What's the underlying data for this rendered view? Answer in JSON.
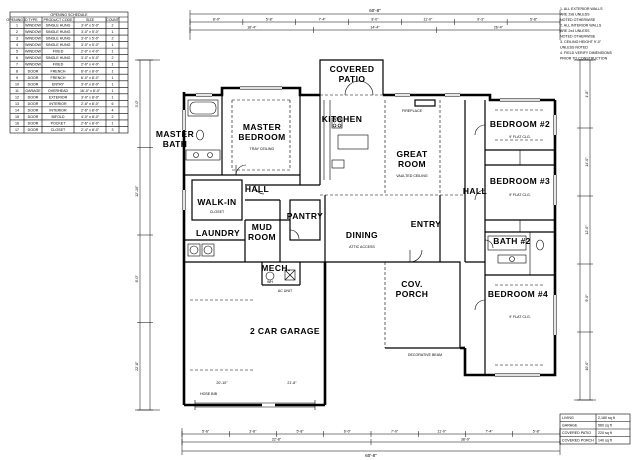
{
  "schedule": {
    "title": "OPENING SCHEDULE",
    "headers": [
      "OPENING ID",
      "TYPE",
      "PRODUCT CODE",
      "SIZE",
      "COUNT"
    ],
    "rows": [
      [
        "1",
        "WINDOW",
        "SINGLE HUNG",
        "3'-0\" x 5'-0\"",
        "2"
      ],
      [
        "2",
        "WINDOW",
        "SINGLE HUNG",
        "3'-0\" x 5'-0\"",
        "1"
      ],
      [
        "3",
        "WINDOW",
        "SINGLE HUNG",
        "3'-0\" x 5'-0\"",
        "2"
      ],
      [
        "4",
        "WINDOW",
        "SINGLE HUNG",
        "3'-0\" x 5'-0\"",
        "1"
      ],
      [
        "5",
        "WINDOW",
        "FIXED",
        "2'-0\" x 4'-0\"",
        "1"
      ],
      [
        "6",
        "WINDOW",
        "SINGLE HUNG",
        "3'-0\" x 5'-0\"",
        "2"
      ],
      [
        "7",
        "WINDOW",
        "FIXED",
        "2'-0\" x 4'-0\"",
        "1"
      ],
      [
        "8",
        "DOOR",
        "FRENCH",
        "6'-0\" x 8'-0\"",
        "1"
      ],
      [
        "9",
        "DOOR",
        "FRENCH",
        "6'-0\" x 8'-0\"",
        "1"
      ],
      [
        "10",
        "DOOR",
        "ENTRY",
        "3'-0\" x 8'-0\"",
        "1"
      ],
      [
        "11",
        "GARAGE",
        "OVERHEAD",
        "16'-0\" x 8'-0\"",
        "1"
      ],
      [
        "12",
        "DOOR",
        "EXTERIOR",
        "3'-0\" x 8'-0\"",
        "1"
      ],
      [
        "13",
        "DOOR",
        "INTERIOR",
        "2'-8\" x 8'-0\"",
        "6"
      ],
      [
        "14",
        "DOOR",
        "INTERIOR",
        "2'-6\" x 8'-0\"",
        "4"
      ],
      [
        "15",
        "DOOR",
        "BIFOLD",
        "4'-0\" x 8'-0\"",
        "2"
      ],
      [
        "16",
        "DOOR",
        "POCKET",
        "2'-6\" x 8'-0\"",
        "1"
      ],
      [
        "17",
        "DOOR",
        "CLOSET",
        "2'-4\" x 8'-0\"",
        "3"
      ]
    ]
  },
  "rooms": {
    "master_bath": [
      "MASTER",
      "BATH"
    ],
    "master_bedroom": [
      "MASTER",
      "BEDROOM"
    ],
    "covered_patio": [
      "COVERED",
      "PATIO"
    ],
    "kitchen": "KITCHEN",
    "great_room": [
      "GREAT",
      "ROOM"
    ],
    "bedroom2": "BEDROOM #2",
    "bedroom3": "BEDROOM #3",
    "bedroom4": "BEDROOM #4",
    "bath2": "BATH #2",
    "hall_main": "HALL",
    "hall_right": "HALL",
    "walk_in": "WALK-IN",
    "laundry": "LAUNDRY",
    "mud_room": [
      "MUD",
      "ROOM"
    ],
    "pantry": "PANTRY",
    "dining": "DINING",
    "entry": "ENTRY",
    "mech": "MECH.",
    "garage": "2 CAR GARAGE",
    "cov_porch": [
      "COV.",
      "PORCH"
    ]
  },
  "dims": {
    "overall": "60'-8\"",
    "top_segments": [
      "8'-0\"",
      "5'-8\"",
      "7'-4\"",
      "8'-0\"",
      "11'-0\"",
      "9'-3\"",
      "5'-8\""
    ],
    "top_segments_2": [
      "18'-4\"",
      "14'-4\"",
      "26'-4\""
    ],
    "bottom_segments": [
      "5'-6\"",
      "3'-8\"",
      "5'-8\"",
      "6'-0\"",
      "7'-0\"",
      "11'-0\"",
      "7'-4\"",
      "5'-8\""
    ],
    "bottom_segments_2": [
      "22'-8\"",
      "38'-0\""
    ],
    "left_segments": [
      "3'-0\"",
      "12'-10\"",
      "8'-0\"",
      "22'-8\""
    ],
    "right_segments": [
      "1'-8\"",
      "14'-0\"",
      "12'-0\"",
      "9'-0\"",
      "10'-0\""
    ],
    "garage_w": "20'-10\"",
    "garage_d": "21'-8\""
  },
  "notes": {
    "general": [
      "1. ALL EXTERIOR WALLS",
      "ARE 2x6 UNLESS",
      "NOTED OTHERWISE",
      "2. ALL INTERIOR WALLS",
      "ARE 2x4 UNLESS",
      "NOTED OTHERWISE",
      "3. CEILING HEIGHT 9'-0\"",
      "UNLESS NOTED",
      "4. FIELD VERIFY DIMENSIONS",
      "PRIOR TO CONSTRUCTION"
    ],
    "area_table": [
      [
        "LIVING",
        "2,180 sq ft"
      ],
      [
        "GARAGE",
        "560 sq ft"
      ],
      [
        "COVERED PATIO",
        "220 sq ft"
      ],
      [
        "COVERED PORCH",
        "140 sq ft"
      ]
    ],
    "smalls": {
      "vaulted": "VAULTED CEILING",
      "decorative_beam": "DECORATIVE BEAM",
      "ac": "AC UNIT",
      "wh": "WH",
      "fireplace": "FIREPLACE",
      "closet": "CLOSET",
      "attic": "ATTIC ACCESS",
      "tray": "TRAY CEILING",
      "flat_ceiling": "9' FLAT CLG.",
      "door_tag": "2668",
      "hb": "HOSE BIB"
    }
  }
}
